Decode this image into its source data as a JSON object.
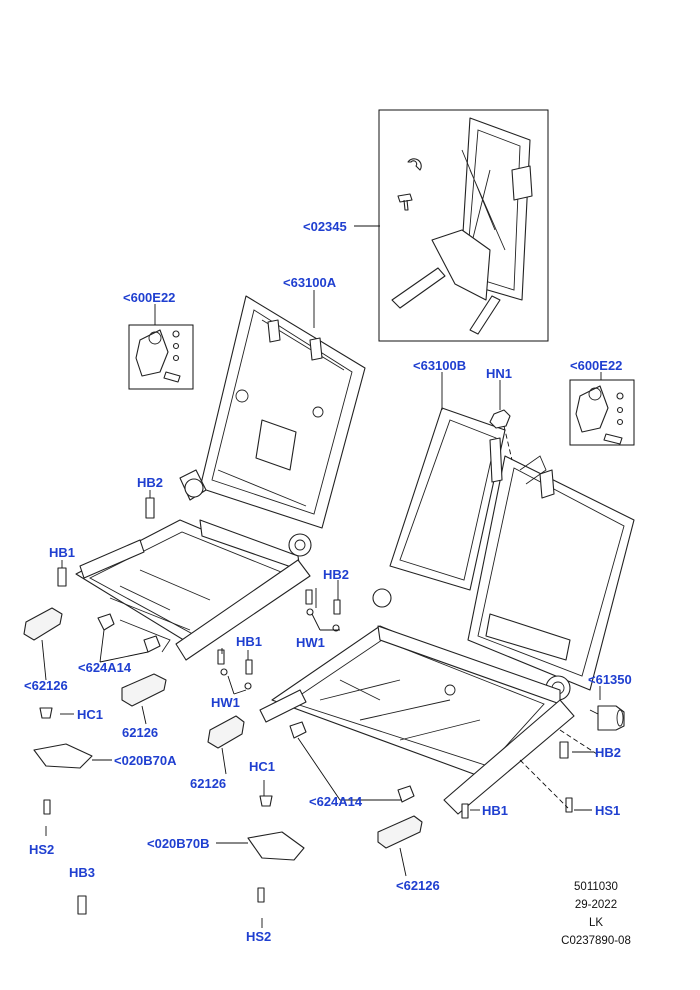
{
  "callouts": {
    "c02345": "<02345",
    "c63100A": "<63100A",
    "c600E22_left": "<600E22",
    "c600E22_right": "<600E22",
    "c63100B": "<63100B",
    "cHN1": "HN1",
    "cHB2_a": "HB2",
    "cHB1_a": "HB1",
    "cHB2_b": "HB2",
    "cHW1_a": "HW1",
    "cHB1_b": "HB1",
    "cHW1_b": "HW1",
    "c624A14_a": "<624A14",
    "c62126_a": "<62126",
    "c62126_b": "62126",
    "c62126_c": "62126",
    "c62126_d": "<62126",
    "cHC1_a": "HC1",
    "c020B70A": "<020B70A",
    "cHS2_a": "HS2",
    "cHB3": "HB3",
    "cHC1_b": "HC1",
    "c020B70B": "<020B70B",
    "cHS2_b": "HS2",
    "c624A14_b": "<624A14",
    "c61350": "<61350",
    "cHB2_c": "HB2",
    "cHB1_c": "HB1",
    "cHS1": "HS1"
  },
  "meta": {
    "line1": "5011030",
    "line2": "29-2022",
    "line3": "LK",
    "line4": "C0237890-08"
  },
  "colors": {
    "callout": "#1f3fd0",
    "linework": "#222222"
  }
}
